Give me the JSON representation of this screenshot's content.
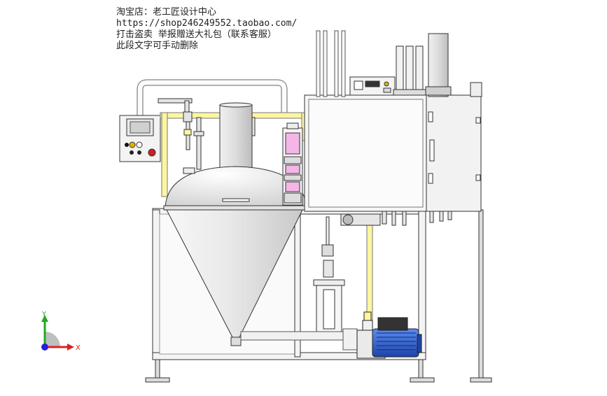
{
  "watermark": {
    "line1": "淘宝店：老工匠设计中心",
    "line2": "https://shop246249552.taobao.com/",
    "line3": "打击盗卖 举报赠送大礼包（联系客服）",
    "line4": "此段文字可手动删除"
  },
  "triad": {
    "y_label": "Y",
    "x_label": "X"
  },
  "colors": {
    "background": "#ffffff",
    "frame": "#f2f2f2",
    "metal": "#e6e6e6",
    "pipe_yellow": "#fdf6a0",
    "pink": "#f3b6e6",
    "motor_blue": "#2b5fd4",
    "axis_green": "#22aa22",
    "axis_red": "#dd2222",
    "axis_blue": "#2222dd"
  },
  "icons": {
    "axis_triad": "coordinate-triad-icon"
  }
}
